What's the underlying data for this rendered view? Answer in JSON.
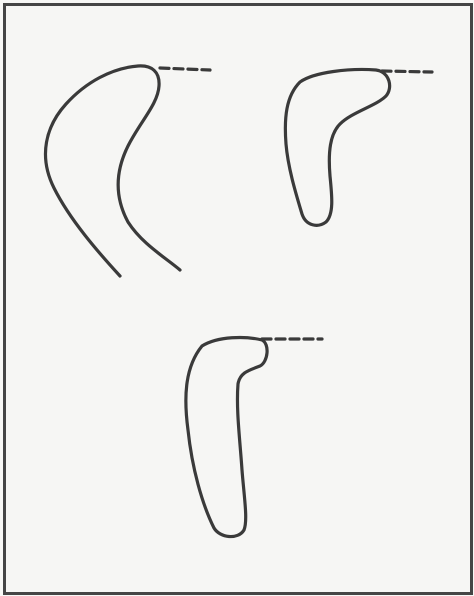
{
  "figure": {
    "style": "line drawing",
    "frame_border_color": "#454545",
    "stroke_color": "#3a3a3a",
    "background_color": "#f6f6f4",
    "shapes": [
      {
        "name": "open-curved-outline",
        "type": "open curve",
        "has_dashed_extension": true
      },
      {
        "name": "boomerang-outline",
        "type": "closed outline",
        "has_dashed_extension": true
      },
      {
        "name": "elongated-hook-outline",
        "type": "closed outline",
        "has_dashed_extension": true
      }
    ]
  }
}
